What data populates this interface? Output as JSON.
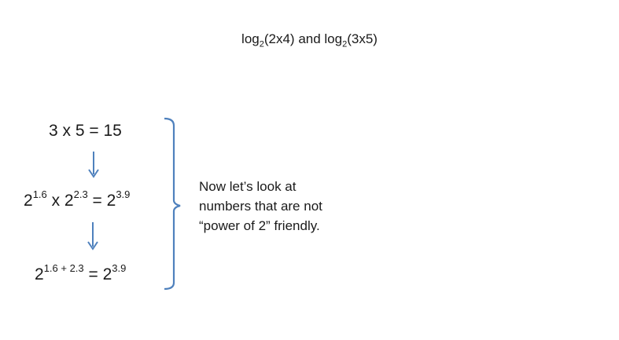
{
  "title": {
    "part1": "log",
    "sub1": "2",
    "part2": "(2x4) and log",
    "sub2": "2",
    "part3": "(3x5)"
  },
  "equations": {
    "eq1": "3 x 5 = 15",
    "eq2": {
      "b1": "2",
      "e1": "1.6",
      "mid": " x 2",
      "e2": "2.3",
      "eq": " = 2",
      "e3": "3.9"
    },
    "eq3": {
      "b1": "2",
      "e1": "1.6 + 2.3",
      "eq": " = 2",
      "e3": "3.9"
    }
  },
  "note": {
    "line1": "Now let’s look at",
    "line2": "numbers that are not",
    "line3": "“power of 2” friendly."
  },
  "colors": {
    "accent": "#4f81bd",
    "text": "#1a1a1a"
  },
  "icons": {
    "arrow": "down-arrow-icon",
    "bracket": "right-brace-icon"
  }
}
